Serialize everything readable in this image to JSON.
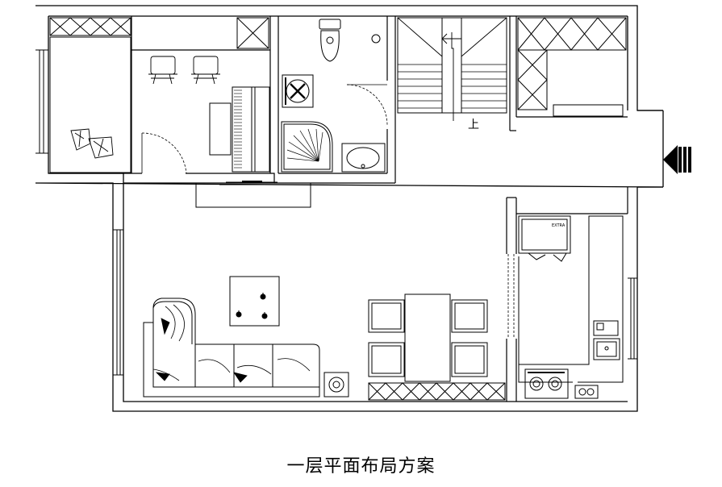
{
  "caption": "一层平面布局方案",
  "stair_label": "上",
  "appliance_label": "EXTRA",
  "colors": {
    "stroke": "#000000",
    "background": "#ffffff"
  },
  "icons": [
    "entry-arrow-icon",
    "no-smoking-icon",
    "toilet-icon",
    "shower-icon",
    "sink-icon",
    "stove-burner-icon",
    "faucet-icon"
  ]
}
